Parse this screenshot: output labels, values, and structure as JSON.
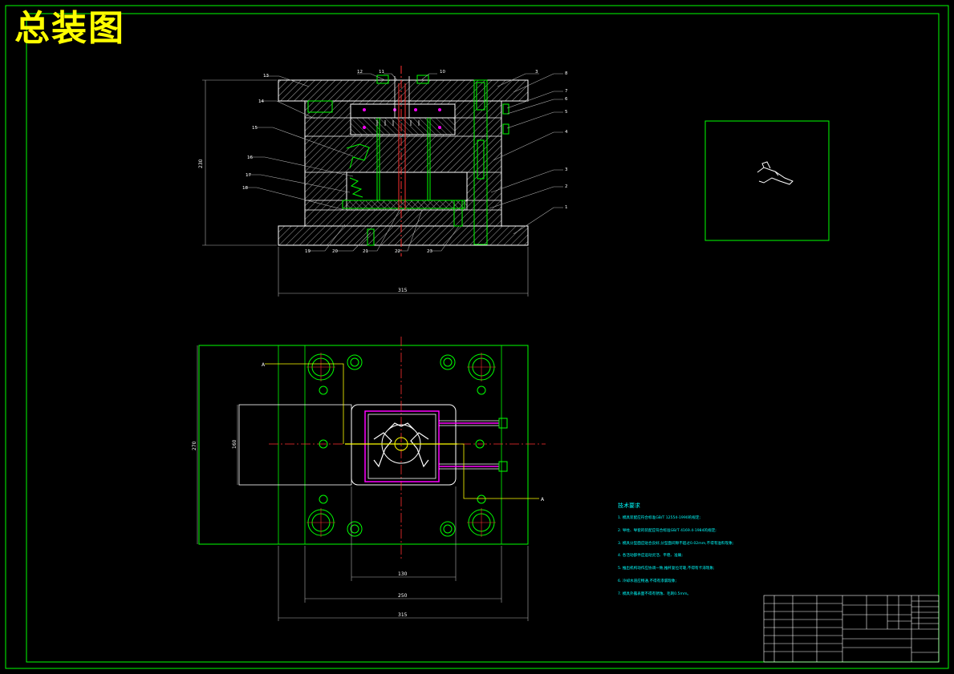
{
  "title": "总装图",
  "colors": {
    "background": "#000000",
    "border": "#00ff00",
    "outline": "#ffffff",
    "hatch": "#9a9a9a",
    "center": "#ff3030",
    "leader": "#b0b0b0",
    "magenta": "#ff00ff",
    "accent": "#00ffff",
    "title_text": "#ffff00"
  },
  "section_view": {
    "part_numbers": [
      "13",
      "12",
      "11",
      "10",
      "3",
      "8",
      "7",
      "6",
      "5",
      "4",
      "3",
      "2",
      "1",
      "14",
      "15",
      "16",
      "17",
      "18",
      "19",
      "20",
      "21",
      "22",
      "23"
    ],
    "dim_height": "230",
    "dim_width": "315"
  },
  "plan_view": {
    "section_mark": "A",
    "dim_height": "270",
    "dim_inner_height": "160",
    "dim_width_inner": "130",
    "dim_width_mid": "250",
    "dim_width_total": "315"
  },
  "notes": {
    "heading": "技术要求",
    "items": [
      "1. 模具装配应符合标准GB/T 12554-1990的规定;",
      "2. 导柱、导套的装配应符合标准GB/T 4169.4-1984的规定;",
      "3. 模具分型面应贴合良好,分型面间隙不超过0.02mm,不得有溢料现象;",
      "4. 各活动部件应运动灵活、平稳、准确;",
      "5. 推出机构动作应协调一致,推杆复位可靠,不得有卡滞现象;",
      "6. 冷却水道应畅通,不得有渗漏现象;",
      "7. 模具外露表面不得有锈蚀、毛刺0.5mm。"
    ]
  }
}
